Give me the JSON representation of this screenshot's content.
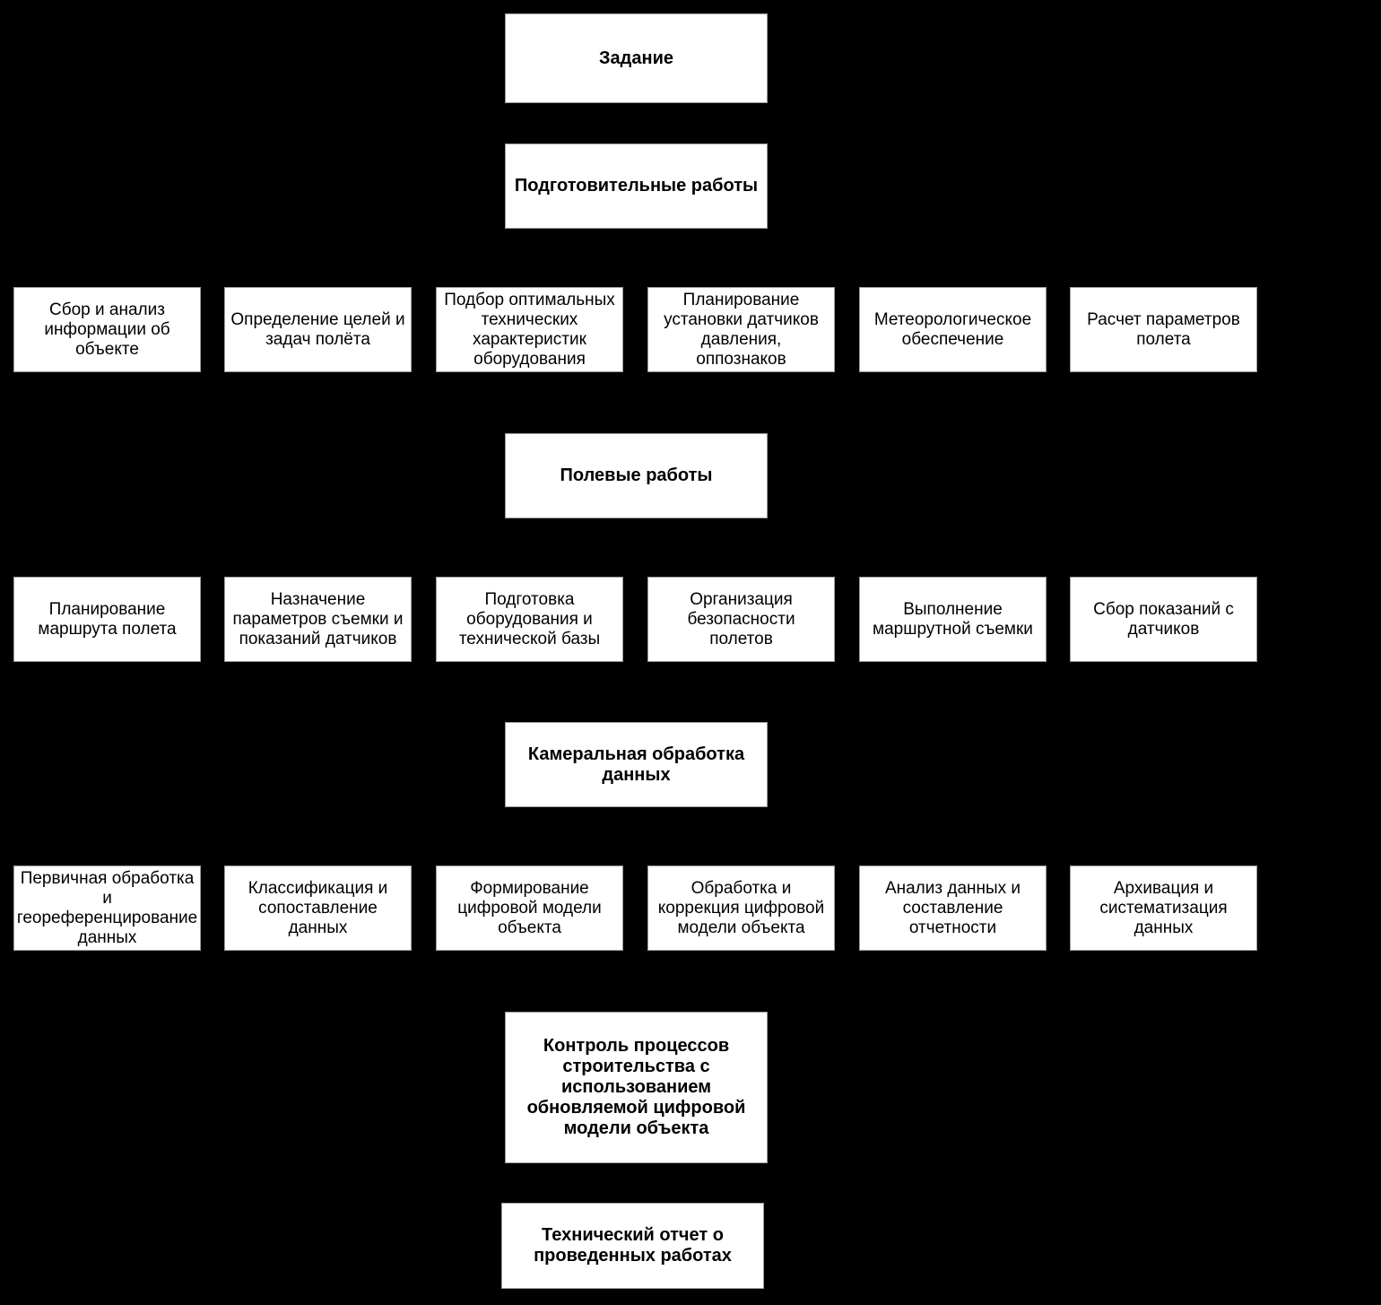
{
  "colors": {
    "background": "#000000",
    "box_fill": "#ffffff",
    "box_border": "#9c9c9c",
    "text": "#000000"
  },
  "stages": {
    "task": "Задание",
    "preparatory": "Подготовительные работы",
    "field": "Полевые работы",
    "office": "Камеральная обработка данных",
    "control": "Контроль процессов строительства с использованием обновляемой цифровой модели объекта",
    "report": "Технический отчет о проведенных работах"
  },
  "preparatory_steps": [
    "Сбор и анализ информации об объекте",
    "Определение целей и задач полёта",
    "Подбор оптимальных технических характеристик оборудования",
    "Планирование установки датчиков давления, оппознаков",
    "Метеорологическое обеспечение",
    "Расчет параметров полета"
  ],
  "field_steps": [
    "Планирование маршрута полета",
    "Назначение параметров съемки и показаний датчиков",
    "Подготовка оборудования и технической базы",
    "Организация безопасности полетов",
    "Выполнение маршрутной съемки",
    "Сбор показаний с датчиков"
  ],
  "office_steps": [
    "Первичная обработка и геореференцирование данных",
    "Классификация и сопоставление данных",
    "Формирование цифровой модели объекта",
    "Обработка и коррекция цифровой модели объекта",
    "Анализ данных и составление отчетности",
    "Архивация и систематизация данных"
  ]
}
